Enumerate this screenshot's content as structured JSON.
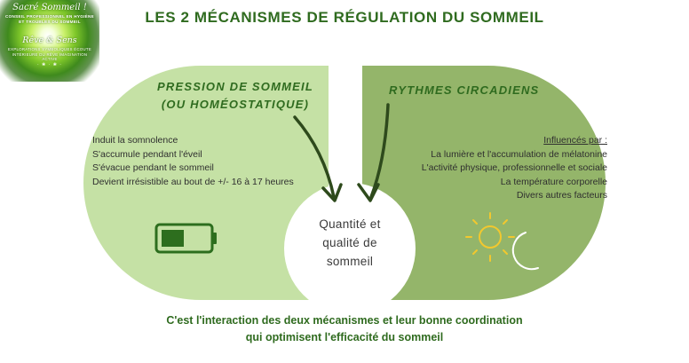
{
  "logo": {
    "line1": "Sacré Sommeil !",
    "line2": "CONSEIL PROFESSIONNEL EN HYGIÈNE ET TROUBLES DU SOMMEIL",
    "line3": "Rêve & Sens",
    "line4": "EXPLORATIONS SYMBOLIQUES ÉCOUTE INTÉRIEURE DU RÊVE IMAGINATION ACTIVE"
  },
  "title": "LES 2 MÉCANISMES DE RÉGULATION DU SOMMEIL",
  "left": {
    "heading_line1": "PRESSION DE SOMMEIL",
    "heading_line2": "(OU HOMÉOSTATIQUE)",
    "items": [
      "Induit la somnolence",
      "S'accumule pendant l'éveil",
      "S'évacue pendant le sommeil",
      "Devient irrésistible au bout de +/- 16 à 17 heures"
    ],
    "icon": "battery-icon"
  },
  "right": {
    "heading": "RYTHMES CIRCADIENS",
    "intro": "Influencés par :",
    "items": [
      "La lumière et l'accumulation de mélatonine",
      "L'activité physique, professionnelle et sociale",
      "La température corporelle",
      "Divers autres facteurs"
    ],
    "icons": [
      "sun-icon",
      "moon-icon"
    ]
  },
  "center": {
    "line1": "Quantité et",
    "line2": "qualité de",
    "line3": "sommeil"
  },
  "conclusion": {
    "line1": "C'est l'interaction des deux mécanismes et leur bonne coordination",
    "line2": "qui optimisent l'efficacité du sommeil"
  },
  "colors": {
    "title": "#2f6b1f",
    "left_panel": "#c5e1a5",
    "right_panel": "#94b56a",
    "arrow": "#2e4a1c",
    "battery": "#2d6e1e",
    "sun": "#f2c82e"
  }
}
